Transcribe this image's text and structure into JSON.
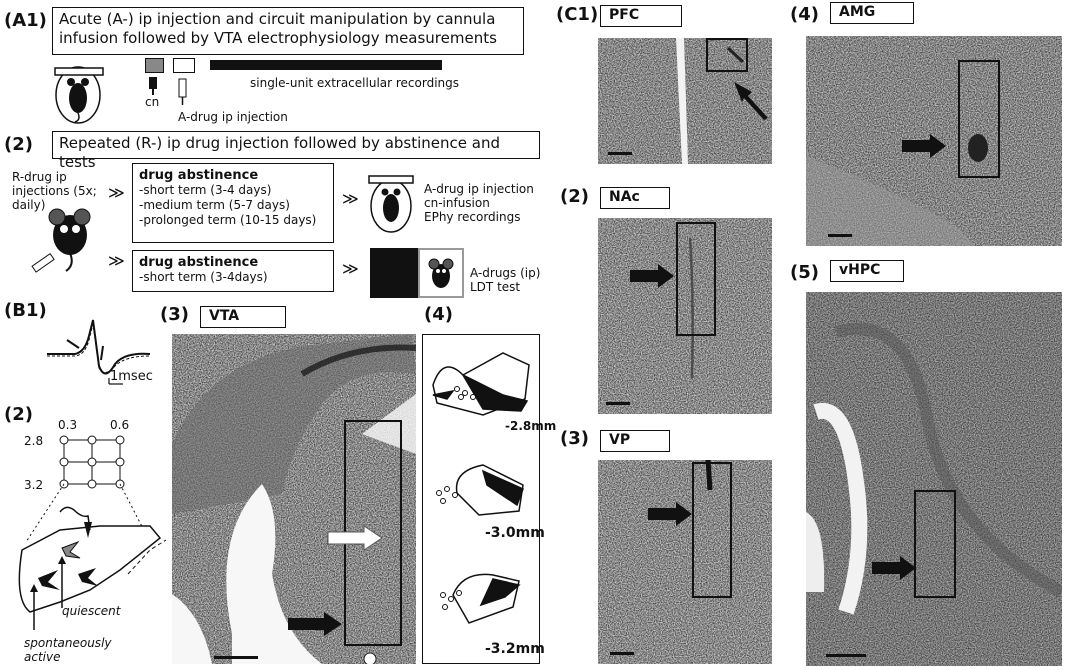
{
  "panel_A": {
    "label_A1": "(A1)",
    "box_A1_text": "Acute (A-) ip injection and circuit manipulation by cannula infusion followed by VTA electrophysiology measurements",
    "recordings_label": "single-unit extracellular recordings",
    "cn_label": "cn",
    "adrug_label": "A-drug ip injection",
    "label_A2": "(2)",
    "box_A2_text": "Repeated (R-) ip drug injection followed by abstinence and tests",
    "rdrug_label": "R-drug ip injections (5x; daily)",
    "abst1_title": "drug abstinence",
    "abst1_lines": [
      "-short term (3-4 days)",
      "-medium term  (5-7 days)",
      "-prolonged term (10-15 days)"
    ],
    "abst2_title": "drug abstinence",
    "abst2_lines": [
      "-short term (3-4days)"
    ],
    "outcome1_lines": [
      "A-drug ip injection",
      "cn-infusion",
      "EPhy recordings"
    ],
    "outcome2_lines": [
      "A-drugs (ip)",
      "LDT test"
    ],
    "arrow_glyph": "≫"
  },
  "panel_B": {
    "label_B1": "(B1)",
    "time_scale": "1msec",
    "label_B2": "(2)",
    "grid_x": [
      "0.3",
      "0.6"
    ],
    "grid_y": [
      "2.8",
      "3.2"
    ],
    "quiescent": "quiescent",
    "spontaneous": "spontaneously active",
    "label_B3": "(3)",
    "vta_tag": "VTA",
    "label_B4": "(4)",
    "levels": [
      "-2.8mm",
      "-3.0mm",
      "-3.2mm"
    ]
  },
  "panel_C": {
    "label_C1": "(C1)",
    "pfc_tag": "PFC",
    "label_C2": "(2)",
    "nac_tag": "NAc",
    "label_C3": "(3)",
    "vp_tag": "VP",
    "label_C4": "(4)",
    "amg_tag": "AMG",
    "label_C5": "(5)",
    "vhpc_tag": "vHPC"
  },
  "colors": {
    "ink": "#111111",
    "tissue_light": "#d6d6d6",
    "tissue_dark": "#7a7a7a",
    "cannula_grey": "#888888"
  }
}
